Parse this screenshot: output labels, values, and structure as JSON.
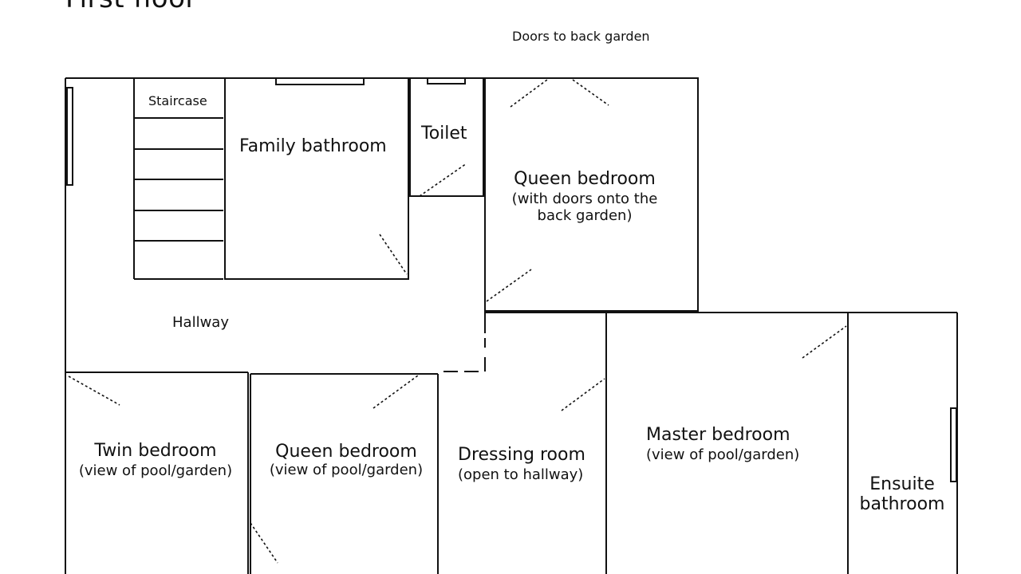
{
  "plan": {
    "title": "First floor",
    "labels": {
      "doors_back_garden": "Doors to back garden",
      "staircase": "Staircase",
      "family_bathroom": "Family bathroom",
      "toilet": "Toilet",
      "queen_bedroom_back": "Queen bedroom",
      "queen_bedroom_back_sub1": "(with doors onto the",
      "queen_bedroom_back_sub2": "back garden)",
      "hallway": "Hallway",
      "twin_bedroom": "Twin bedroom",
      "twin_bedroom_sub": "(view of pool/garden)",
      "queen_bedroom_front": "Queen bedroom",
      "queen_bedroom_front_sub": "(view of pool/garden)",
      "dressing_room": "Dressing room",
      "dressing_room_sub": "(open to hallway)",
      "master_bedroom": "Master bedroom",
      "master_bedroom_sub": "(view of pool/garden)",
      "ensuite_line1": "Ensuite",
      "ensuite_line2": "bathroom"
    }
  }
}
